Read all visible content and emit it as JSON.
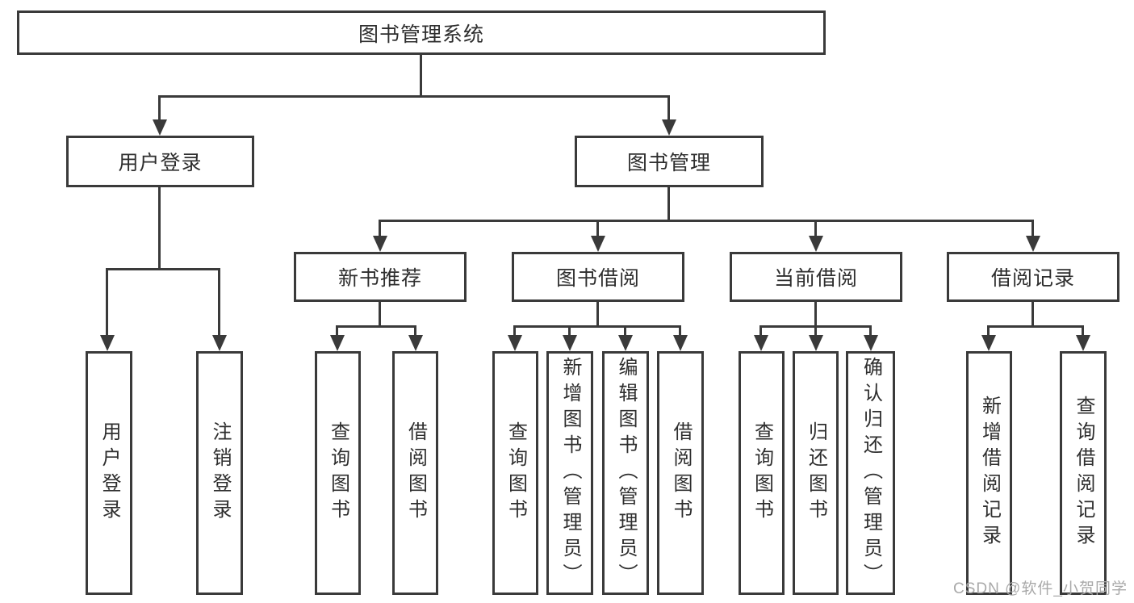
{
  "tree": {
    "root": {
      "label": "图书管理系统",
      "children": [
        {
          "label": "用户登录",
          "children": [
            {
              "label": "用户登录"
            },
            {
              "label": "注销登录"
            }
          ]
        },
        {
          "label": "图书管理",
          "children": [
            {
              "label": "新书推荐",
              "children": [
                {
                  "label": "查询图书"
                },
                {
                  "label": "借阅图书"
                }
              ]
            },
            {
              "label": "图书借阅",
              "children": [
                {
                  "label": "查询图书"
                },
                {
                  "label": "新增图书（管理员）"
                },
                {
                  "label": "编辑图书（管理员）"
                },
                {
                  "label": "借阅图书"
                }
              ]
            },
            {
              "label": "当前借阅",
              "children": [
                {
                  "label": "查询图书"
                },
                {
                  "label": "归还图书"
                },
                {
                  "label": "确认归还（管理员）"
                }
              ]
            },
            {
              "label": "借阅记录",
              "children": [
                {
                  "label": "新增借阅记录"
                },
                {
                  "label": "查询借阅记录"
                }
              ]
            }
          ]
        }
      ]
    }
  },
  "watermark": {
    "text": "CSDN @软件_小贺同学"
  },
  "colors": {
    "line": "#3a3a3a",
    "text": "#2e2e2e",
    "watermark": "#a9a9a9",
    "background": "#ffffff"
  }
}
